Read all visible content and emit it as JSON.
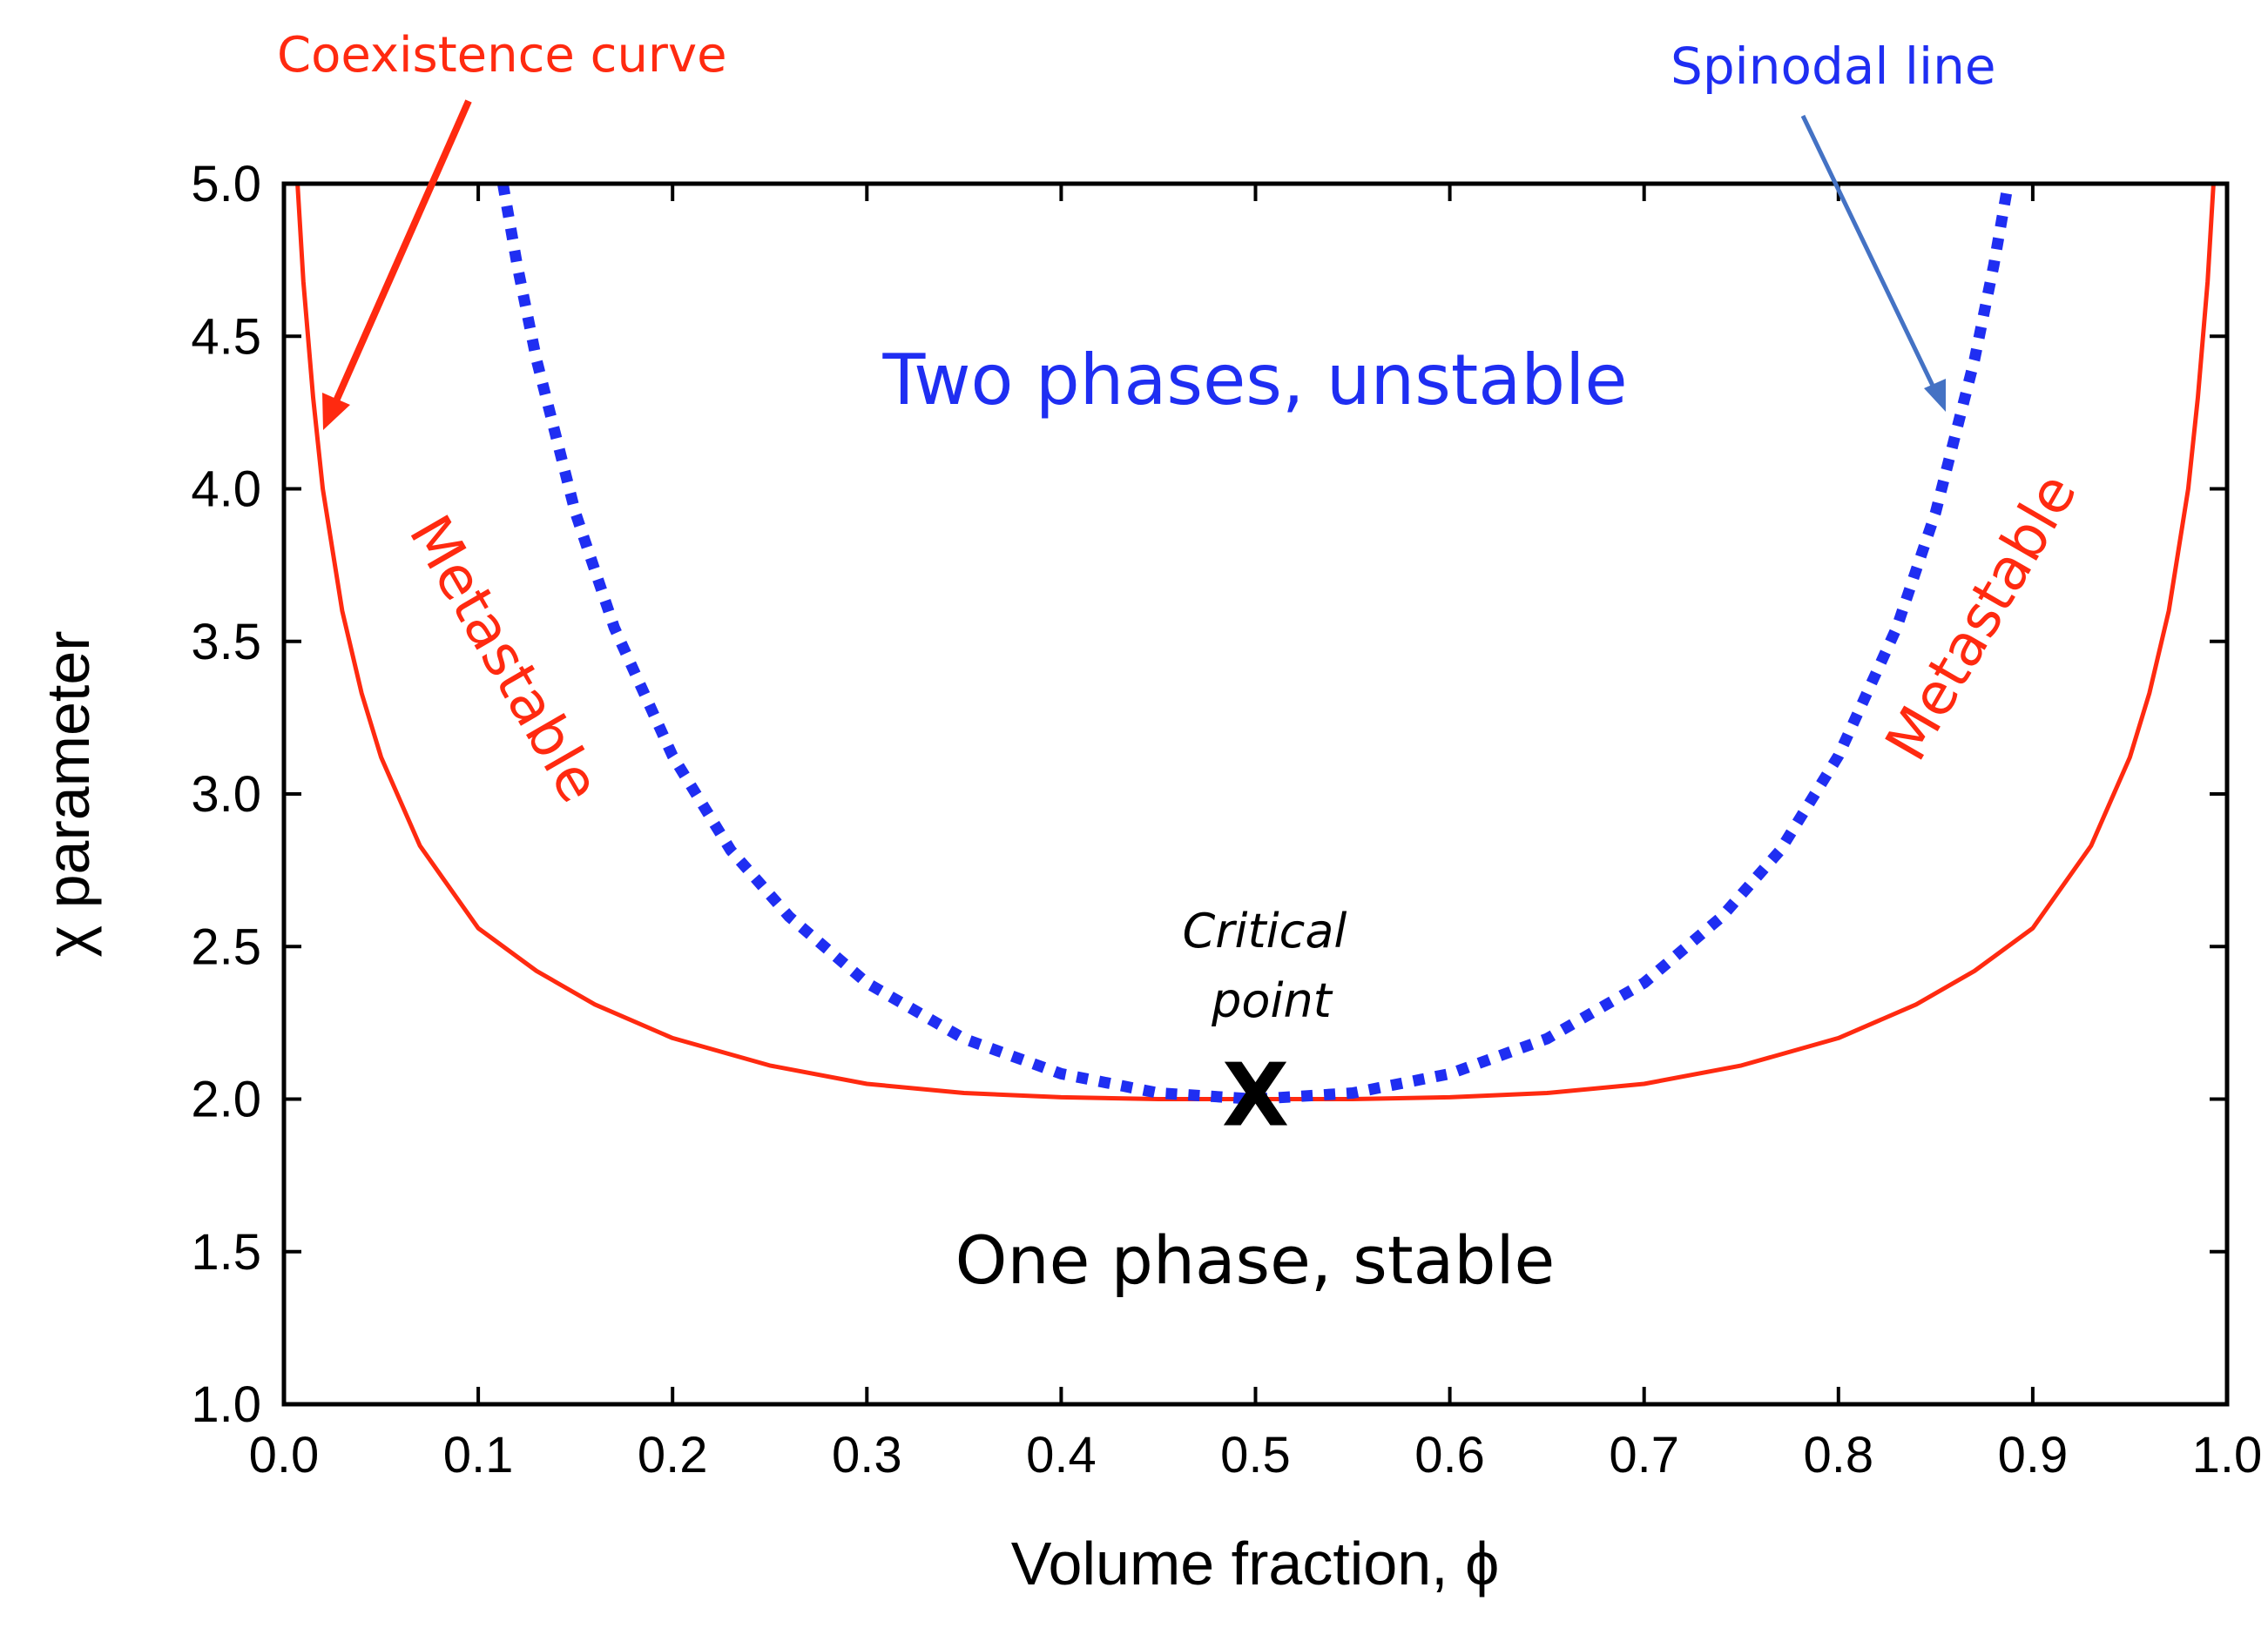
{
  "chart_data": {
    "type": "line",
    "xlabel": "Volume fraction, ϕ",
    "ylabel": "χ parameter",
    "xlim": [
      0.0,
      1.0
    ],
    "ylim": [
      1.0,
      5.0
    ],
    "xticks": [
      "0.0",
      "0.1",
      "0.2",
      "0.3",
      "0.4",
      "0.5",
      "0.6",
      "0.7",
      "0.8",
      "0.9",
      "1.0"
    ],
    "yticks": [
      "1.0",
      "1.5",
      "2.0",
      "2.5",
      "3.0",
      "3.5",
      "4.0",
      "4.5",
      "5.0"
    ],
    "grid": false,
    "series": [
      {
        "name": "Coexistence curve",
        "style": "solid",
        "color": "#ff2a10",
        "x": [
          0.007,
          0.01,
          0.015,
          0.02,
          0.03,
          0.04,
          0.05,
          0.07,
          0.1,
          0.13,
          0.16,
          0.2,
          0.25,
          0.3,
          0.35,
          0.4,
          0.45,
          0.5,
          0.55,
          0.6,
          0.65,
          0.7,
          0.75,
          0.8,
          0.84,
          0.87,
          0.9,
          0.93,
          0.95,
          0.96,
          0.97,
          0.98,
          0.985,
          0.99,
          0.993
        ],
        "y": [
          5.0,
          4.68,
          4.3,
          4.0,
          3.6,
          3.33,
          3.12,
          2.83,
          2.56,
          2.42,
          2.31,
          2.2,
          2.11,
          2.05,
          2.02,
          2.006,
          2.0,
          2.0,
          2.0,
          2.006,
          2.02,
          2.05,
          2.11,
          2.2,
          2.31,
          2.42,
          2.56,
          2.83,
          3.12,
          3.33,
          3.6,
          4.0,
          4.3,
          4.68,
          5.0
        ]
      },
      {
        "name": "Spinodal line",
        "style": "dotted",
        "color": "#1f2ef2",
        "x": [
          0.1127,
          0.12,
          0.13,
          0.15,
          0.17,
          0.2,
          0.23,
          0.26,
          0.3,
          0.35,
          0.4,
          0.45,
          0.5,
          0.55,
          0.6,
          0.65,
          0.7,
          0.74,
          0.77,
          0.8,
          0.83,
          0.85,
          0.87,
          0.88,
          0.8873
        ],
        "y": [
          5.0,
          4.735,
          4.423,
          3.922,
          3.545,
          3.125,
          2.815,
          2.598,
          2.381,
          2.198,
          2.083,
          2.02,
          2.0,
          2.02,
          2.083,
          2.198,
          2.381,
          2.598,
          2.815,
          3.125,
          3.545,
          3.922,
          4.423,
          4.735,
          5.0
        ]
      }
    ],
    "critical_point": {
      "x": 0.5,
      "y": 2.0,
      "marker": "X"
    },
    "annotations": {
      "coexistence_label": "Coexistence curve",
      "spinodal_label": "Spinodal line",
      "two_phases": "Two phases, unstable",
      "one_phase": "One phase, stable",
      "metastable_left": "Metastable",
      "metastable_right": "Metastable",
      "critical_line1": "Critical",
      "critical_line2": "point"
    },
    "colors": {
      "coexistence": "#ff2a10",
      "spinodal": "#1f2ef2",
      "spinodal_arrow": "#4472c4",
      "axes": "#000000"
    }
  }
}
